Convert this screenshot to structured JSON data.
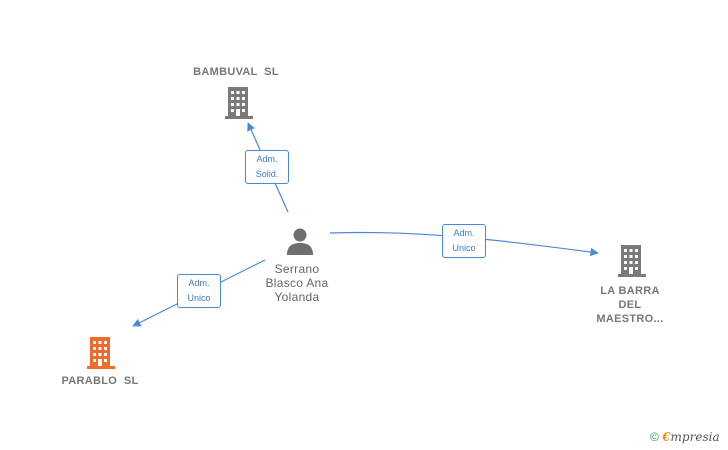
{
  "colors": {
    "edge": "#4a88d8",
    "company_gray": "#7a7a7a",
    "company_highlight": "#f26a2a",
    "person": "#6e6e6e"
  },
  "nodes": {
    "bambuval": {
      "label": "BAMBUVAL  SL",
      "icon": "building-icon"
    },
    "la_barra": {
      "label": "LA BARRA\nDEL\nMAESTRO...",
      "icon": "building-icon"
    },
    "parablo": {
      "label": "PARABLO  SL",
      "icon": "building-icon"
    },
    "person": {
      "label": "Serrano\nBlasco Ana\nYolanda",
      "icon": "person-icon"
    }
  },
  "edges": {
    "to_bambuval": {
      "line1": "Adm.",
      "line2": "Solid."
    },
    "to_la_barra": {
      "line1": "Adm.",
      "line2": "Unico"
    },
    "to_parablo": {
      "line1": "Adm.",
      "line2": "Unico"
    }
  },
  "watermark": {
    "copyright": "©",
    "brand_first": "€",
    "brand_rest": "mpresia"
  }
}
